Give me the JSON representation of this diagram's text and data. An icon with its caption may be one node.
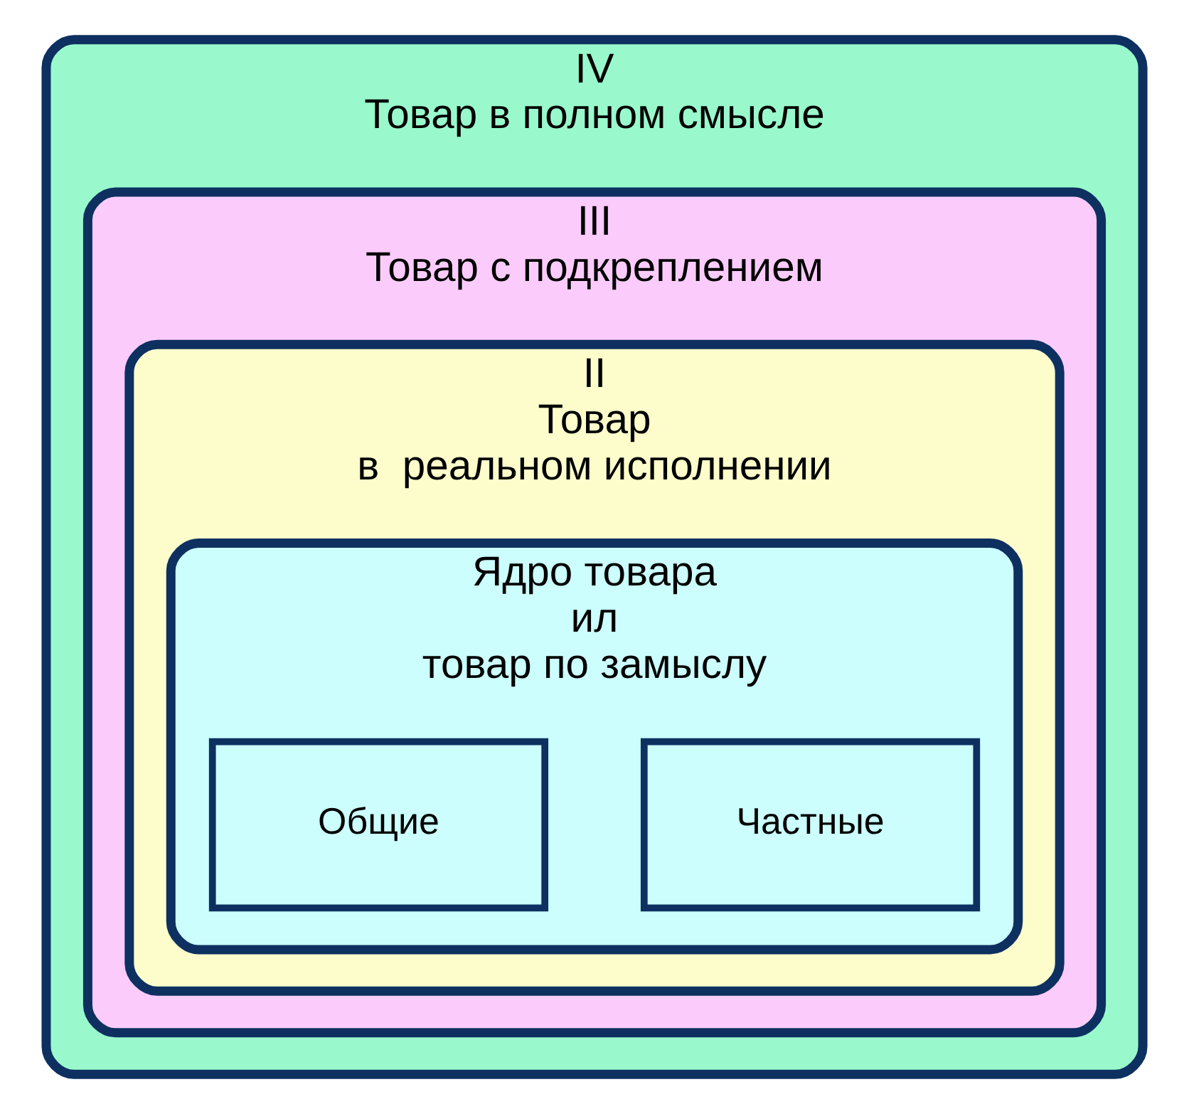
{
  "diagram": {
    "nodes": [
      {
        "text": [
          "IV",
          "Товар в полном смысле"
        ]
      },
      {
        "text": [
          "III",
          "Товар с подкреплением"
        ],
        "in": 0
      },
      {
        "text": [
          "II",
          "Товар",
          "в  реальном исполнении"
        ],
        "in": 1
      },
      {
        "text": [
          "Ядро товара",
          "ил",
          "товар по замыслу"
        ],
        "in": 2
      },
      {
        "text": [
          "Общие"
        ],
        "in": 3
      },
      {
        "text": [
          "Частные"
        ],
        "in": 3
      }
    ]
  }
}
